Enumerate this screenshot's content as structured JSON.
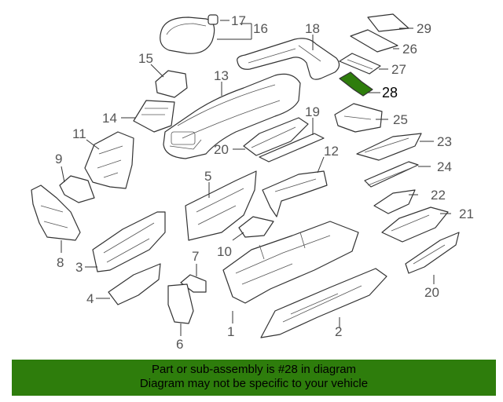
{
  "colors": {
    "highlight_part": "#2e7d0c",
    "banner_background": "#2e7d0c",
    "line": "#333333",
    "callout_text": "#555555"
  },
  "highlighted_part": "28",
  "callouts": [
    "1",
    "2",
    "3",
    "4",
    "5",
    "6",
    "7",
    "8",
    "9",
    "10",
    "11",
    "12",
    "13",
    "14",
    "15",
    "16",
    "17",
    "18",
    "19",
    "20",
    "20",
    "21",
    "22",
    "23",
    "24",
    "25",
    "26",
    "27",
    "28",
    "29"
  ],
  "banner": {
    "line1": "Part or sub-assembly is #28 in diagram",
    "line2": "Diagram may not be specific to your vehicle"
  }
}
